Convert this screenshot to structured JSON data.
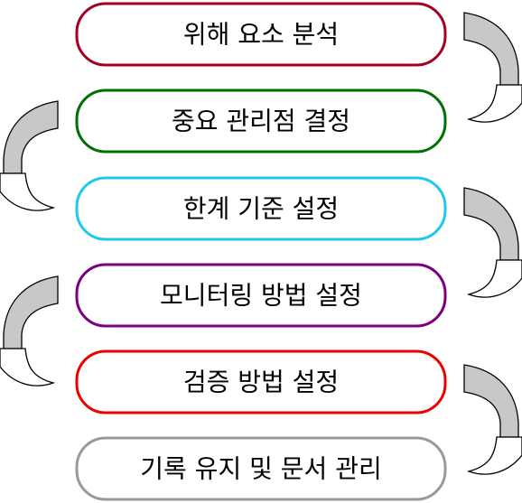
{
  "steps": [
    {
      "label": "위해 요소 분석",
      "border_color": "#a50021"
    },
    {
      "label": "중요 관리점 결정",
      "border_color": "#007000"
    },
    {
      "label": "한계 기준 설정",
      "border_color": "#1ec8ee"
    },
    {
      "label": "모니터링 방법 설정",
      "border_color": "#7a0080"
    },
    {
      "label": "검증 방법 설정",
      "border_color": "#ee0000"
    },
    {
      "label": "기록 유지 및 문서 관리",
      "border_color": "#999999"
    }
  ],
  "arrows": [
    {
      "name": "curved-arrow-1-to-2-icon",
      "side": "right",
      "body_color": "#c8c8c8",
      "head_color": "#ffffff"
    },
    {
      "name": "curved-arrow-2-to-3-icon",
      "side": "left",
      "body_color": "#c8c8c8",
      "head_color": "#ffffff"
    },
    {
      "name": "curved-arrow-3-to-4-icon",
      "side": "right",
      "body_color": "#c8c8c8",
      "head_color": "#ffffff"
    },
    {
      "name": "curved-arrow-4-to-5-icon",
      "side": "left",
      "body_color": "#c8c8c8",
      "head_color": "#ffffff"
    },
    {
      "name": "curved-arrow-5-to-6-icon",
      "side": "right",
      "body_color": "#c8c8c8",
      "head_color": "#ffffff"
    }
  ]
}
